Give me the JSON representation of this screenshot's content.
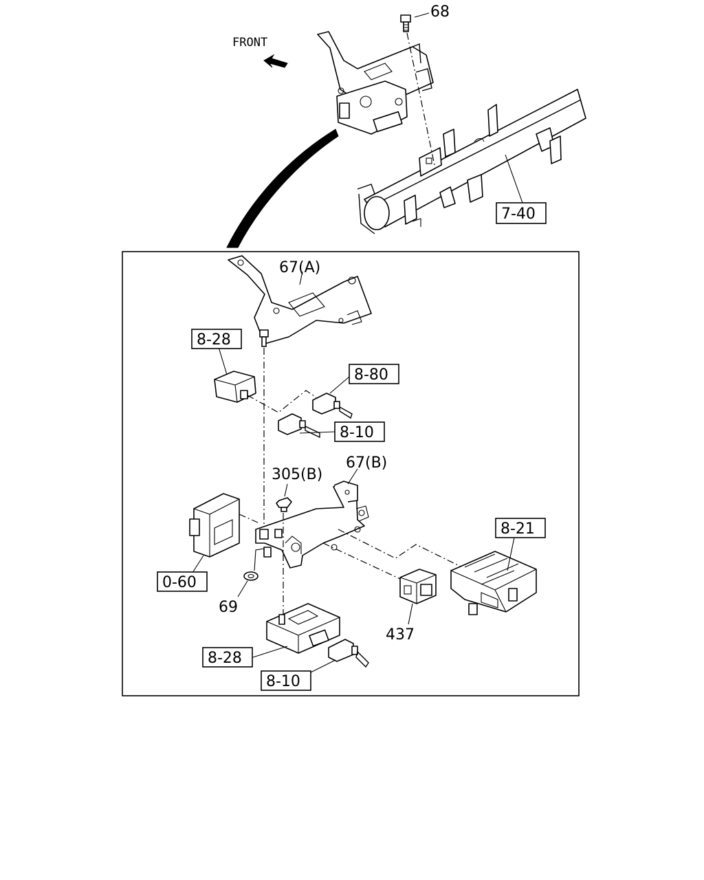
{
  "direction_label": "FRONT",
  "callouts": {
    "c68": "68",
    "c7_40": "7-40",
    "c67a": "67(A)",
    "c8_28_top": "8-28",
    "c8_80": "8-80",
    "c8_10_mid": "8-10",
    "c305b": "305(B)",
    "c67b": "67(B)",
    "c8_21": "8-21",
    "c0_60": "0-60",
    "c69": "69",
    "c437": "437",
    "c8_28_bot": "8-28",
    "c8_10_bot": "8-10"
  }
}
